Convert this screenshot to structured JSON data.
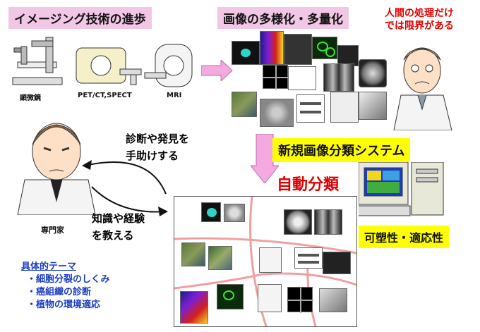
{
  "title_imaging": "イメージング技術の進歩",
  "title_diversity": "画像の多様化・多量化",
  "human_limit_line1": "人間の処理だけ",
  "human_limit_line2": "では限界がある",
  "devices": [
    "顕微鏡",
    "PET/CT,SPECT",
    "MRI"
  ],
  "new_system": "新規画像分類システム",
  "auto_classify": "自動分類",
  "adaptivity": "可塑性・適応性",
  "help_line1": "診断や発見を",
  "help_line2": "手助けする",
  "teach_line1": "知識や経験",
  "teach_line2": "を教える",
  "expert_label": "専門家",
  "themes_title": "具体的テーマ",
  "themes": [
    "・細胞分裂のしくみ",
    "・癌組織の診断",
    "・植物の環境適応"
  ],
  "colors": {
    "pink": "#f2c7e6",
    "yellow": "#ffff00",
    "red": "#e00000",
    "blue": "#1a3cc4",
    "arrow_pink": "#f4a9e0"
  }
}
